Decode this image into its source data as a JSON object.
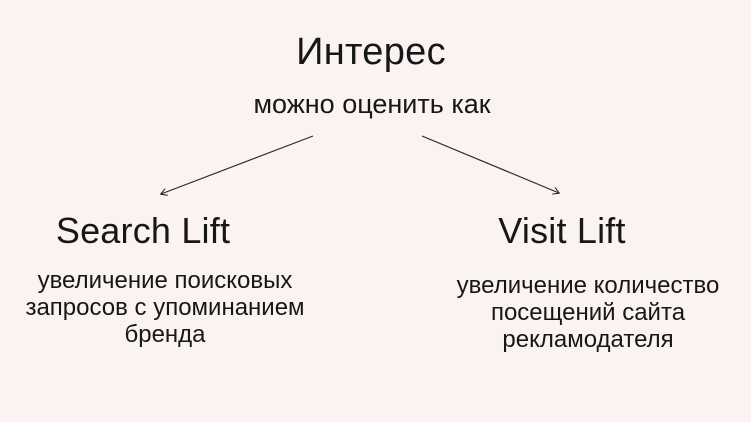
{
  "diagram": {
    "title": "Интерес",
    "subtitle": "можно оценить как",
    "branches": [
      {
        "id": "search-lift",
        "heading": "Search Lift",
        "desc_lines": [
          "увеличение поисковых",
          "запросов с упоминанием",
          "бренда"
        ]
      },
      {
        "id": "visit-lift",
        "heading": "Visit Lift",
        "desc_lines": [
          "увеличение количество",
          "посещений сайта",
          "рекламодателя"
        ]
      }
    ],
    "colors": {
      "background": "#faf3f1",
      "text": "#171717",
      "arrow": "#2b2b2b"
    }
  }
}
